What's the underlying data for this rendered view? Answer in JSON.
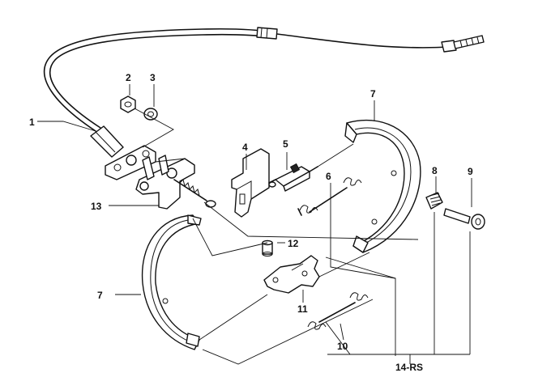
{
  "callouts": {
    "c1": "1",
    "c2": "2",
    "c3": "3",
    "c4": "4",
    "c5": "5",
    "c6": "6",
    "c7a": "7",
    "c7b": "7",
    "c8": "8",
    "c9": "9",
    "c10": "10",
    "c11": "11",
    "c12": "12",
    "c13": "13",
    "c14": "14-RS"
  },
  "colors": {
    "ink": "#111111",
    "paper": "#ffffff"
  }
}
